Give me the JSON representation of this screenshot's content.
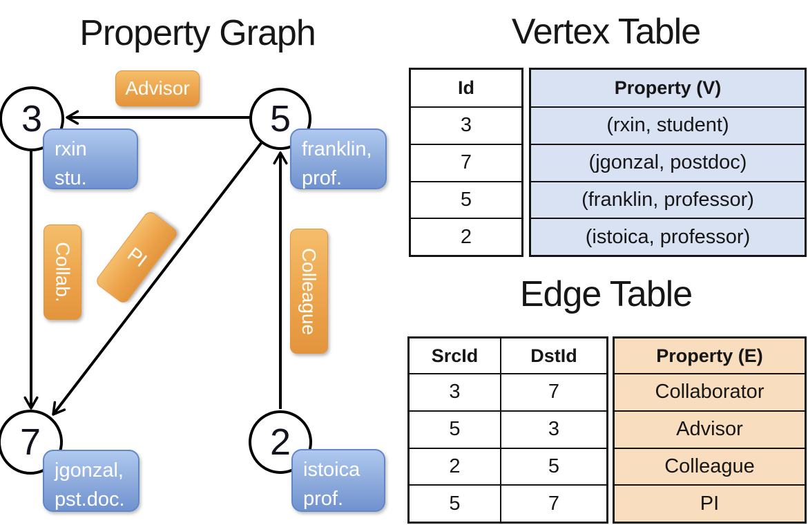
{
  "graph": {
    "title": "Property Graph",
    "nodes": [
      {
        "id": "3",
        "property": [
          "rxin",
          "stu."
        ]
      },
      {
        "id": "5",
        "property": [
          "franklin,",
          "prof."
        ]
      },
      {
        "id": "7",
        "property": [
          "jgonzal,",
          "pst.doc."
        ]
      },
      {
        "id": "2",
        "property": [
          "istoica",
          "prof."
        ]
      }
    ],
    "edges": [
      {
        "label": "Advisor",
        "from": "5",
        "to": "3"
      },
      {
        "label": "Collab.",
        "from": "3",
        "to": "7"
      },
      {
        "label": "PI",
        "from": "5",
        "to": "7"
      },
      {
        "label": "Colleague",
        "from": "2",
        "to": "5"
      }
    ]
  },
  "vertex_table": {
    "title": "Vertex Table",
    "headers": {
      "id": "Id",
      "property": "Property (V)"
    },
    "rows": [
      [
        "3",
        "(rxin, student)"
      ],
      [
        "7",
        "(jgonzal, postdoc)"
      ],
      [
        "5",
        "(franklin, professor)"
      ],
      [
        "2",
        "(istoica, professor)"
      ]
    ]
  },
  "edge_table": {
    "title": "Edge Table",
    "headers": {
      "src": "SrcId",
      "dst": "DstId",
      "property": "Property (E)"
    },
    "rows": [
      [
        "3",
        "7",
        "Collaborator"
      ],
      [
        "5",
        "3",
        "Advisor"
      ],
      [
        "2",
        "5",
        "Colleague"
      ],
      [
        "5",
        "7",
        "PI"
      ]
    ]
  },
  "colors": {
    "edge_label_fill": "#EDA44C",
    "vertex_card_fill": "#8FACDD",
    "vertex_table_property_fill": "#D9E2F2",
    "edge_table_property_fill": "#F8DDBE",
    "line": "#000000"
  }
}
